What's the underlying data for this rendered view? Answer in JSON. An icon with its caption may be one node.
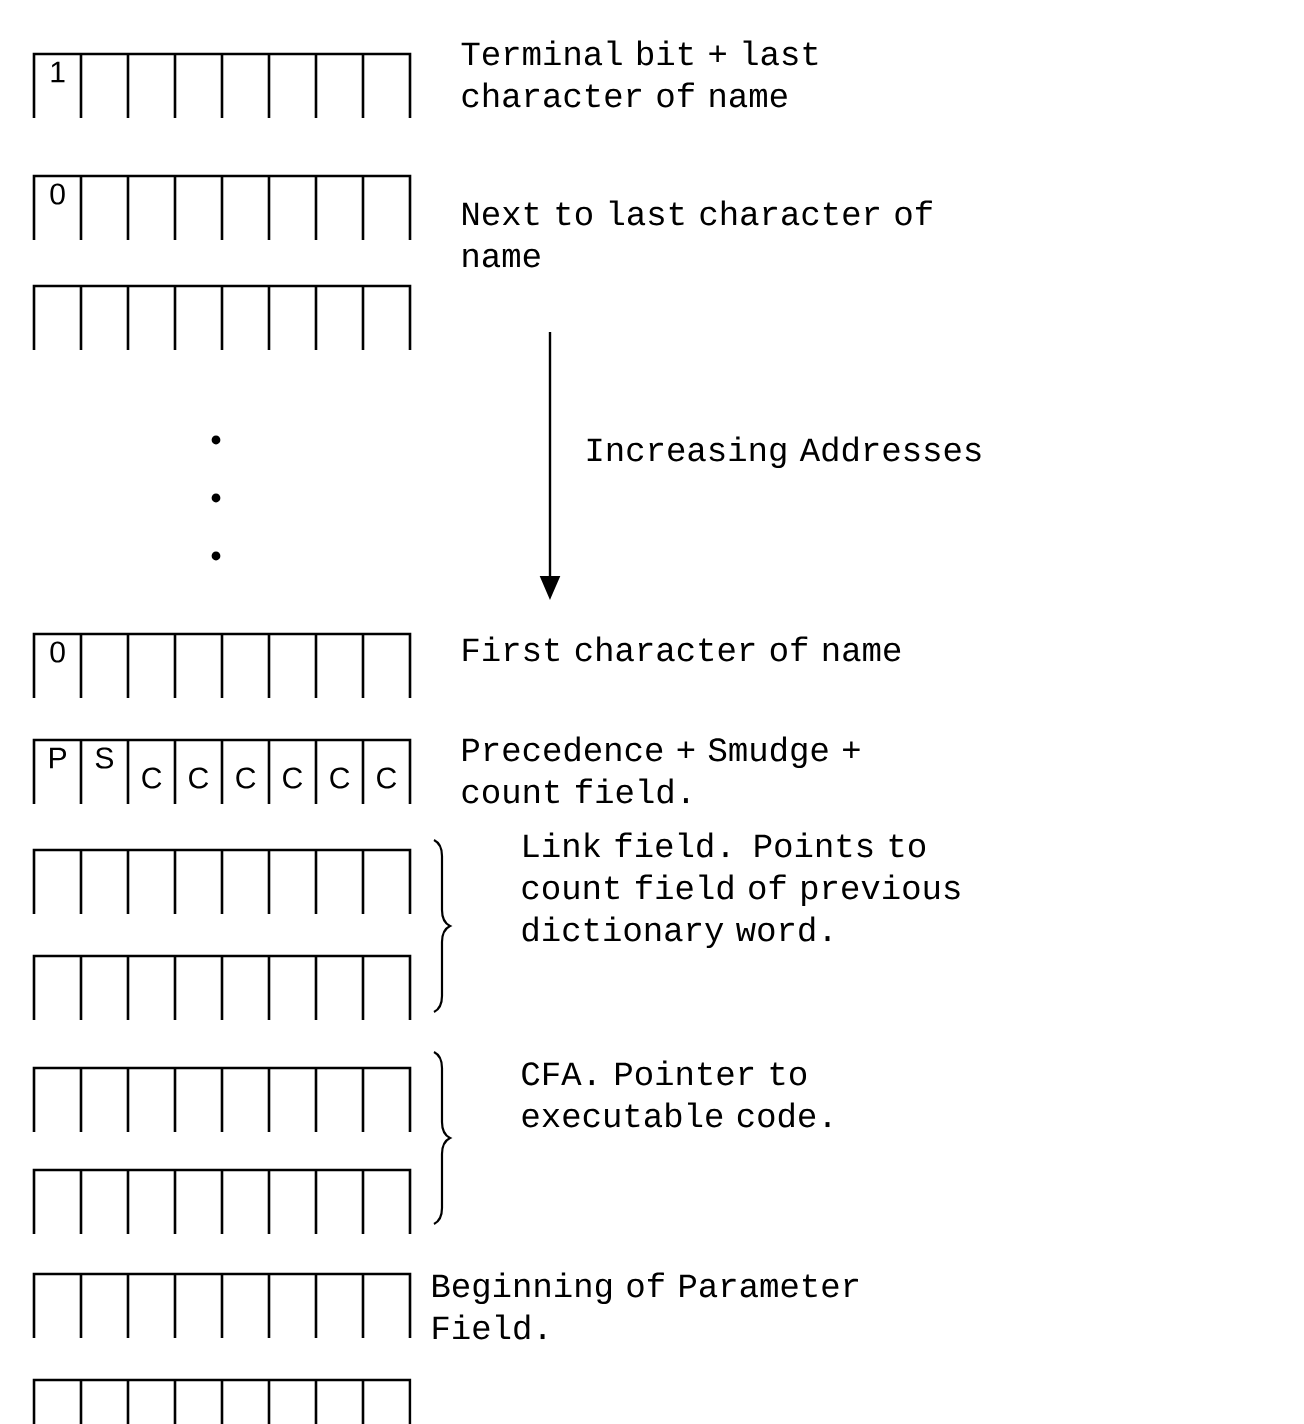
{
  "diagram": {
    "nodes": [
      {
        "text": [
          "1"
        ]
      },
      {
        "text": [
          "0"
        ]
      },
      {
        "text": [],
        "shape": "box"
      },
      {
        "text": [
          "0"
        ]
      },
      {
        "text": [
          "P",
          "S",
          "C",
          "C",
          "C",
          "C",
          "C",
          "C"
        ]
      },
      {
        "text": [],
        "shape": "box"
      },
      {
        "text": [],
        "shape": "box"
      },
      {
        "text": [],
        "shape": "box"
      },
      {
        "text": [],
        "shape": "box"
      },
      {
        "text": [],
        "shape": "box"
      },
      {
        "text": [],
        "shape": "box"
      }
    ],
    "labels": [
      "Terminal bit + last character of name",
      "Next to last character of name",
      "Increasing Addresses",
      "First character of name",
      "Precedence + Smudge + count field.",
      "Link field. Points to count field of previous dictionary word.",
      "CFA. Pointer to executable code.",
      "Beginning of Parameter Field."
    ]
  }
}
